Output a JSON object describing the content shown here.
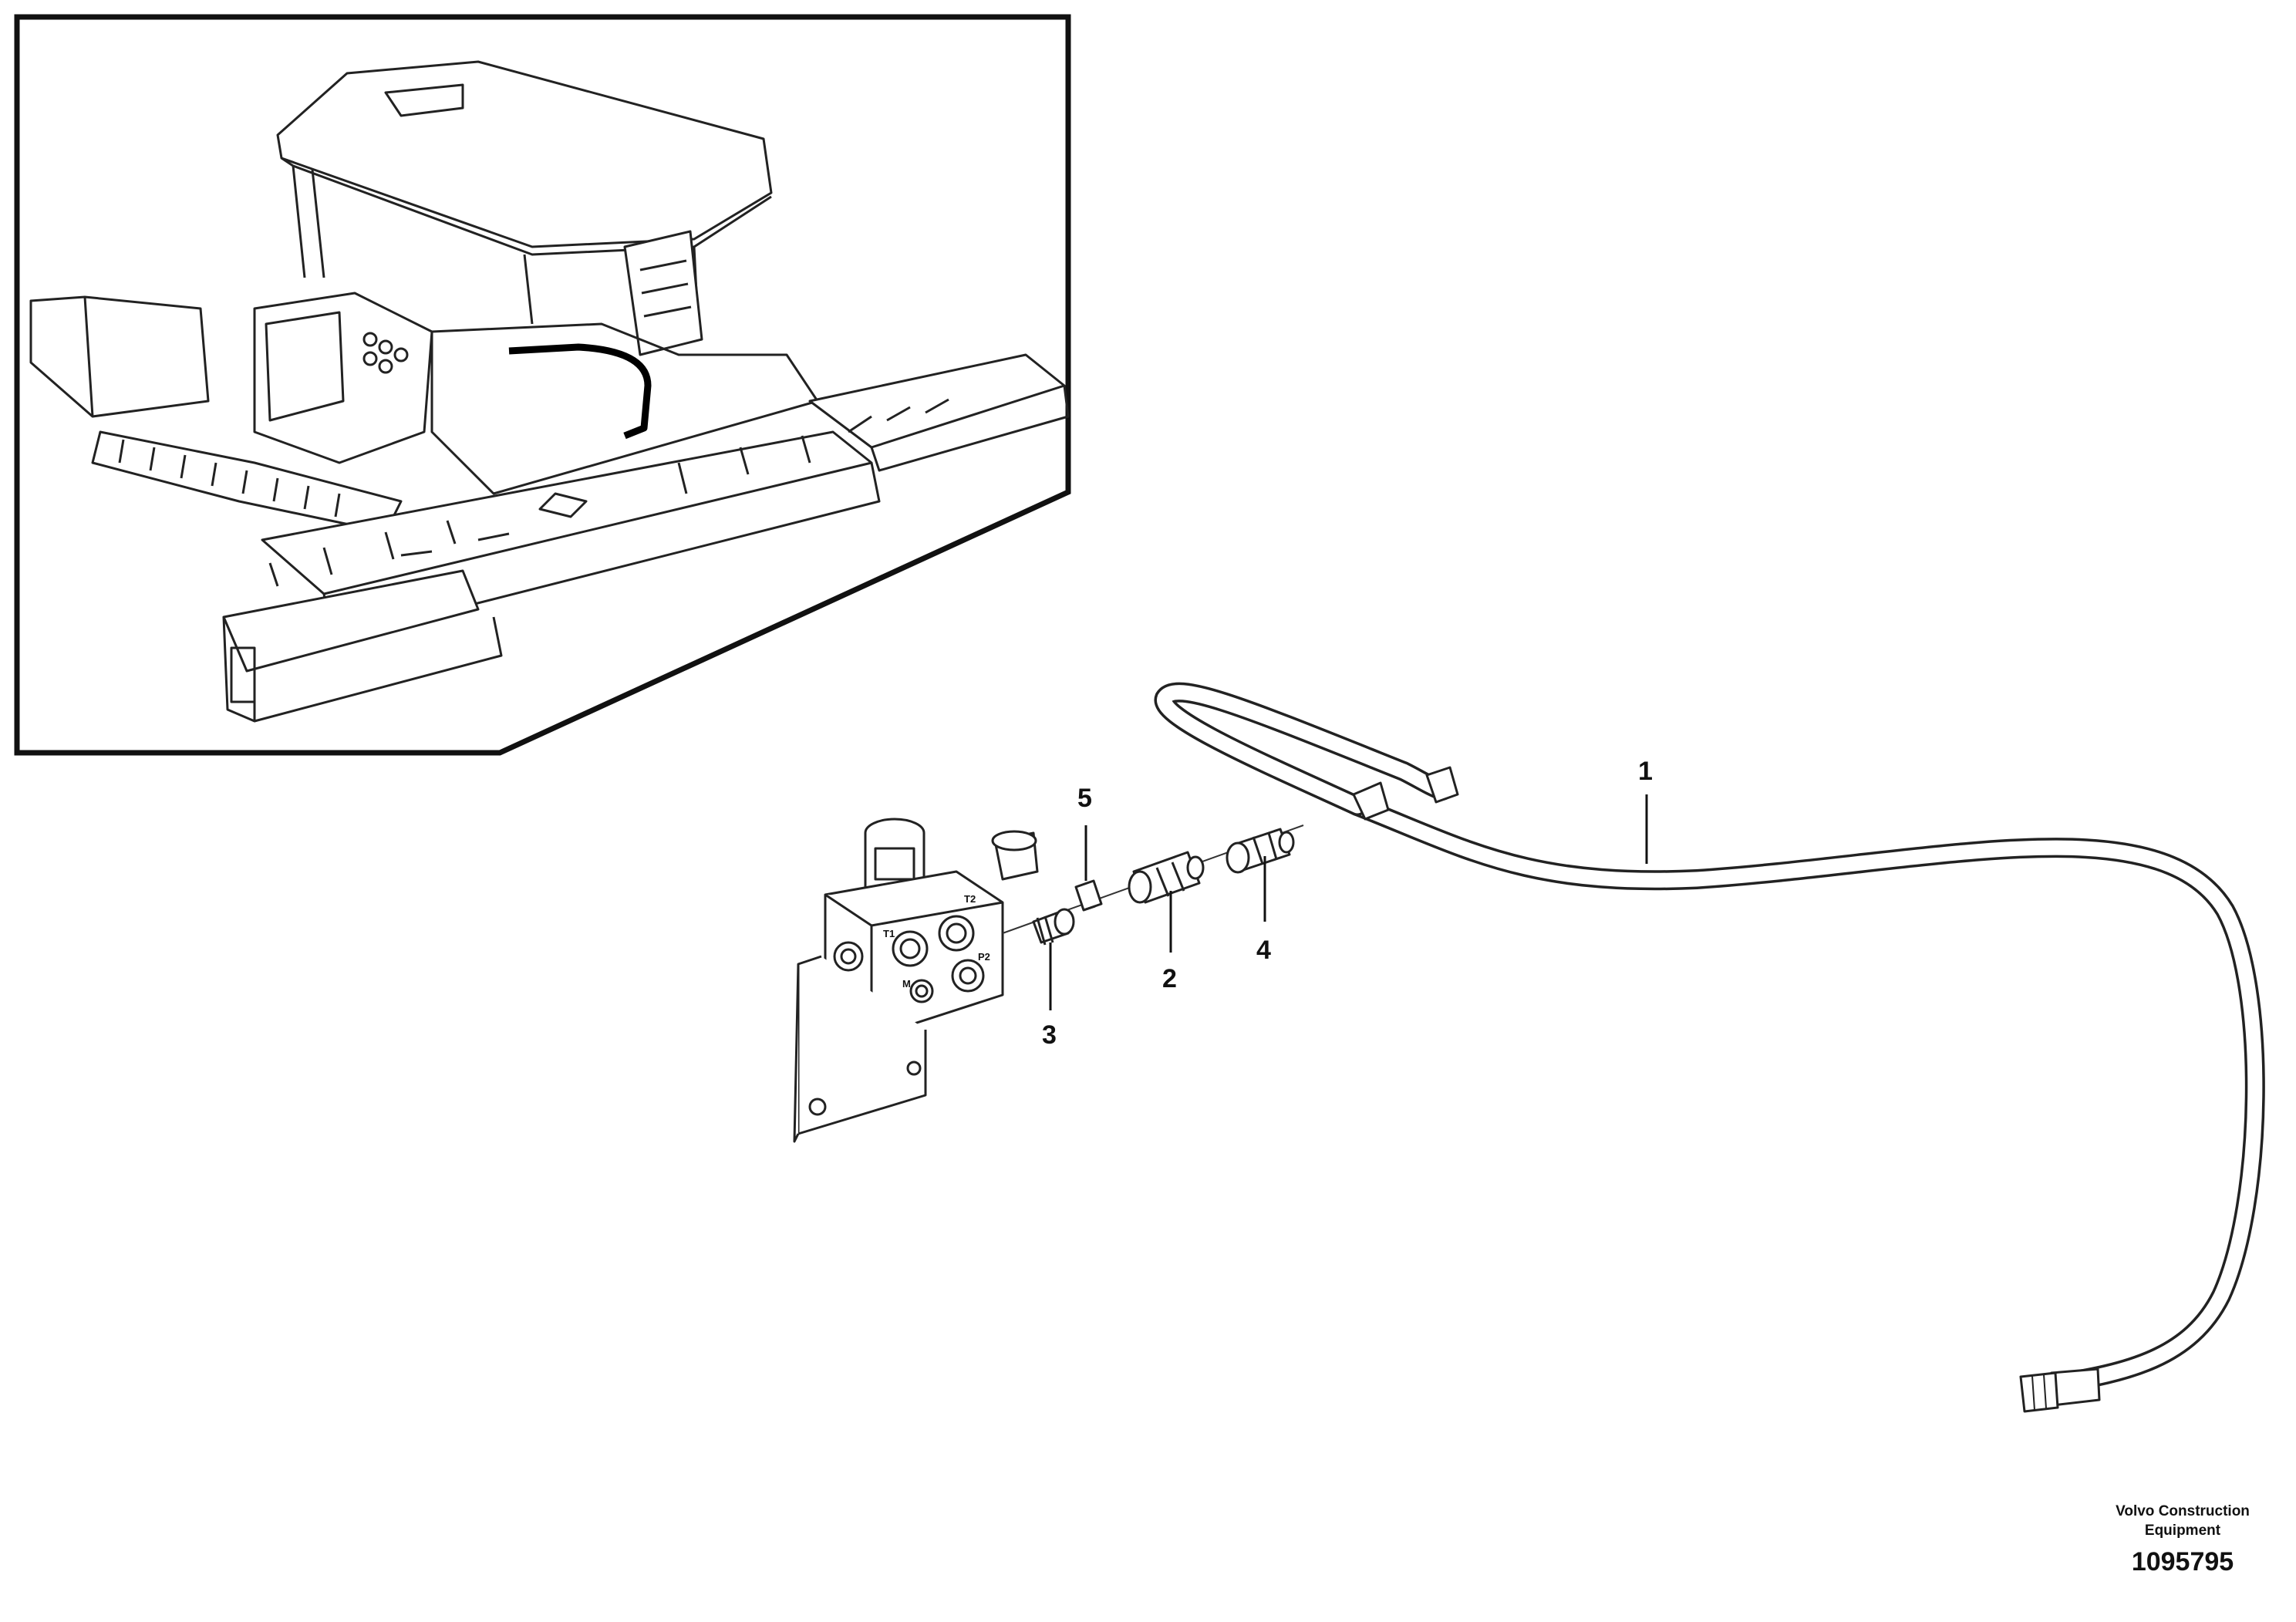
{
  "callouts": [
    {
      "id": "1",
      "label": "1"
    },
    {
      "id": "2",
      "label": "2"
    },
    {
      "id": "3",
      "label": "3"
    },
    {
      "id": "4",
      "label": "4"
    },
    {
      "id": "5",
      "label": "5"
    }
  ],
  "valve_ports": {
    "t1": "T1",
    "t2": "T2",
    "m": "M",
    "p2": "P2"
  },
  "footer": {
    "brand_line1": "Volvo Construction",
    "brand_line2": "Equipment",
    "document_number": "1095795"
  },
  "colors": {
    "line": "#111111",
    "background": "#ffffff"
  }
}
